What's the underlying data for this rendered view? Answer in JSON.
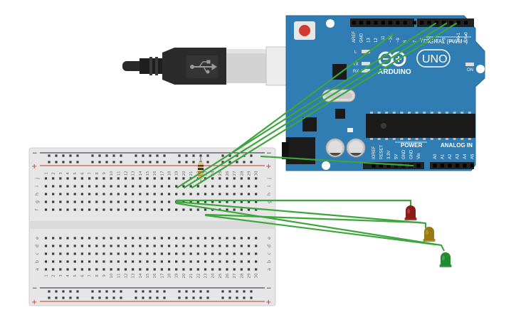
{
  "arduino": {
    "brand": "ARDUINO",
    "model": "UNO",
    "digital_label": "DIGITAL (PWM~)",
    "power_label": "POWER",
    "analog_label": "ANALOG IN",
    "on_label": "ON",
    "led_labels": [
      "L",
      "TX",
      "RX"
    ],
    "digital_pins": [
      "AREF",
      "GND",
      "13",
      "12",
      "~11",
      "~10",
      "~9",
      "8",
      "7",
      "~6",
      "~5",
      "4",
      "~3",
      "2",
      "TX▸1",
      "RX◂0"
    ],
    "power_pins": [
      "IOREF",
      "RESET",
      "3.3V",
      "5V",
      "GND",
      "GND",
      "Vin"
    ],
    "analog_pins": [
      "A0",
      "A1",
      "A2",
      "A3",
      "A4",
      "A5"
    ],
    "colors": {
      "board": "#2f7db2",
      "header": "#222222"
    }
  },
  "breadboard": {
    "row_letters_top": [
      "j",
      "i",
      "h",
      "g",
      "f"
    ],
    "row_letters_bottom": [
      "e",
      "d",
      "c",
      "b",
      "a"
    ],
    "column_numbers": [
      "1",
      "2",
      "3",
      "4",
      "5",
      "6",
      "7",
      "8",
      "9",
      "10",
      "11",
      "12",
      "13",
      "14",
      "15",
      "16",
      "17",
      "18",
      "19",
      "20",
      "21",
      "22",
      "23",
      "24",
      "25",
      "26",
      "27",
      "28",
      "29",
      "30"
    ],
    "rail_minus": "−",
    "rail_plus": "+",
    "colors": {
      "body": "#e6e6e6",
      "minus_line": "#1f2533",
      "plus_line": "#c0392b"
    }
  },
  "leds": [
    {
      "name": "red-led",
      "color": "#8e1a17"
    },
    {
      "name": "yellow-led",
      "color": "#9b7a10"
    },
    {
      "name": "green-led",
      "color": "#1f8c2d"
    }
  ],
  "resistor": {
    "bands": [
      "#5a3a1c",
      "#111111",
      "#d7621b",
      "#c9a227"
    ]
  },
  "wire_color": "#3ca63c"
}
